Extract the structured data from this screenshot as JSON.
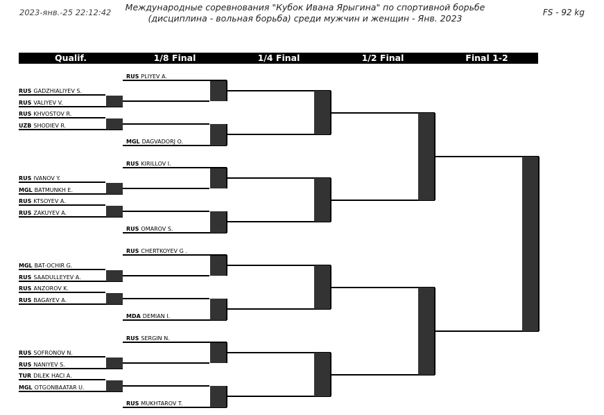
{
  "header": {
    "timestamp": "2023-янв.-25 22:12:42",
    "title_line1": "Международные соревнования \"Кубок Ивана Ярыгина\" по спортивной борьбе",
    "title_line2": "(дисциплина - вольная борьба) среди мужчин и женщин - Янв. 2023",
    "category": "FS - 92 kg"
  },
  "rounds": [
    "Qualif.",
    "1/8 Final",
    "1/4 Final",
    "1/2 Final",
    "Final 1-2"
  ],
  "blocks": [
    {
      "top": {
        "country": "RUS",
        "name": "PLIYEV A."
      },
      "qualif": [
        {
          "country": "RUS",
          "name": "GADZHIALIYEV S."
        },
        {
          "country": "RUS",
          "name": "VALIYEV V."
        },
        {
          "country": "RUS",
          "name": "KHVOSTOV R."
        },
        {
          "country": "UZB",
          "name": "SHODIEV R."
        }
      ],
      "bottom": {
        "country": "MGL",
        "name": "DAGVADORJ O."
      }
    },
    {
      "top": {
        "country": "RUS",
        "name": "KIRILLOV I."
      },
      "qualif": [
        {
          "country": "RUS",
          "name": "IVANOV Y."
        },
        {
          "country": "MGL",
          "name": "BATMUNKH E."
        },
        {
          "country": "RUS",
          "name": "KTSOYEV A."
        },
        {
          "country": "RUS",
          "name": "ZAKUYEV A."
        }
      ],
      "bottom": {
        "country": "RUS",
        "name": "OMAROV S."
      }
    },
    {
      "top": {
        "country": "RUS",
        "name": "CHERTKOYEV G ."
      },
      "qualif": [
        {
          "country": "MGL",
          "name": "BAT-OCHIR G."
        },
        {
          "country": "RUS",
          "name": "SAADULLEYEV A."
        },
        {
          "country": "RUS",
          "name": "ANZOROV K."
        },
        {
          "country": "RUS",
          "name": "BAGAYEV A."
        }
      ],
      "bottom": {
        "country": "MDA",
        "name": "DEMIAN I."
      }
    },
    {
      "top": {
        "country": "RUS",
        "name": "SERGIN N."
      },
      "qualif": [
        {
          "country": "RUS",
          "name": "SOFRONOV N."
        },
        {
          "country": "RUS",
          "name": "NANIYEV S."
        },
        {
          "country": "TUR",
          "name": "DILEK HACI A."
        },
        {
          "country": "MGL",
          "name": "OTGONBAATAR U."
        }
      ],
      "bottom": {
        "country": "RUS",
        "name": "MUKHTAROV T."
      }
    }
  ]
}
